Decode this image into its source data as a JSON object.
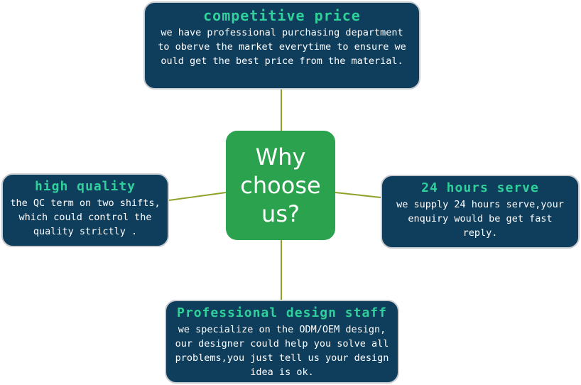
{
  "center": {
    "text": "Why choose us?",
    "color": "#2aa24e"
  },
  "colors": {
    "box_fill": "#0f3d5c",
    "title": "#2fd09a",
    "connector": "#8ca32a"
  },
  "boxes": {
    "top": {
      "title": "competitive price",
      "body": "we have professional purchasing department to oberve the market everytime to ensure we ould get the best price from the material."
    },
    "left": {
      "title": "high quality",
      "body": "the QC term on two shifts, which could control the quality strictly ."
    },
    "right": {
      "title": "24 hours serve",
      "body": "we supply 24 hours serve,your enquiry would be get fast reply."
    },
    "bottom": {
      "title": "Professional design staff",
      "body": "we specialize on the ODM/OEM design, our designer could help you solve all problems,you just tell us your design idea is ok."
    }
  }
}
